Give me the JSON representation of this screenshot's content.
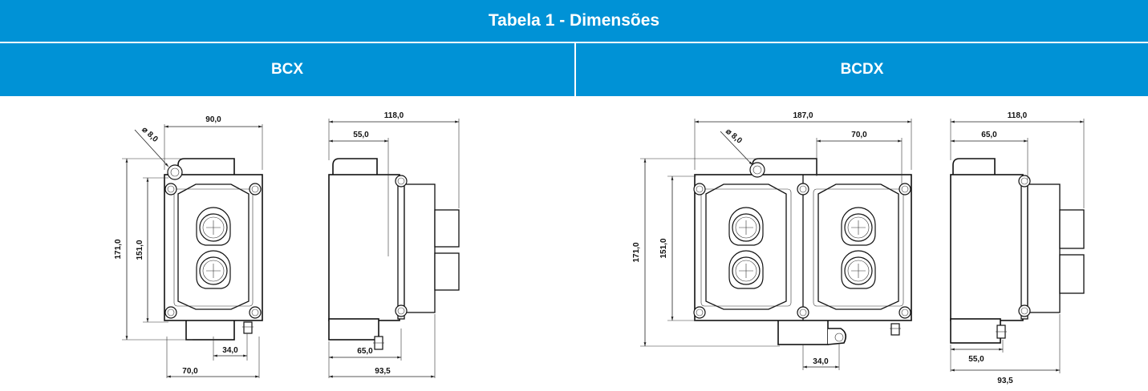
{
  "table": {
    "title": "Tabela 1 -  Dimensões",
    "columns": [
      "BCX",
      "BCDX"
    ]
  },
  "bcx": {
    "front": {
      "top_width": "90,0",
      "hole_diameter": "8,0",
      "total_height": "171,0",
      "inner_height": "151,0",
      "offset": "34,0",
      "bottom_width": "70,0"
    },
    "side": {
      "depth": "118,0",
      "upper": "55,0",
      "lower": "65,0",
      "base": "93,5"
    }
  },
  "bcdx": {
    "front": {
      "top_width": "187,0",
      "upper_width": "70,0",
      "hole_diameter": "8,0",
      "total_height": "171,0",
      "inner_height": "151,0",
      "offset": "34,0"
    },
    "side": {
      "depth": "118,0",
      "upper": "65,0",
      "lower": "55,0",
      "base": "93,5"
    }
  }
}
